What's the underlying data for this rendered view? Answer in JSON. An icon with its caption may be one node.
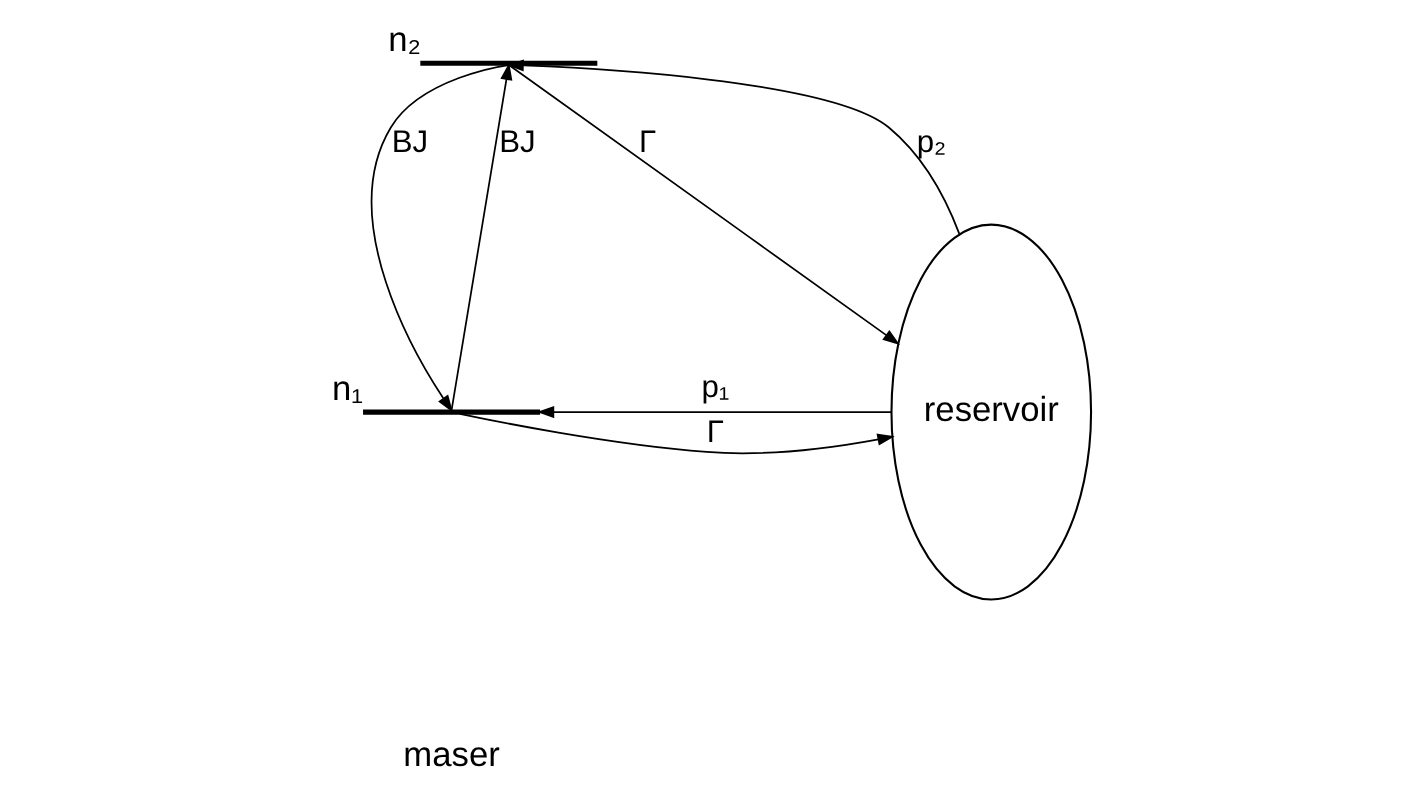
{
  "diagram": {
    "nodes": [
      {
        "text": [],
        "shape": "bar",
        "beside": [
          "n₂"
        ]
      },
      {
        "text": [],
        "shape": "bar",
        "beside": [
          "n₁"
        ]
      },
      {
        "text": [
          "reservoir"
        ]
      }
    ],
    "edges": [
      {
        "from": 2,
        "to": 0,
        "arrow": "to",
        "label": "p₂"
      },
      {
        "from": 0,
        "to": 2,
        "arrow": "to",
        "label": "Γ"
      },
      {
        "from": 0,
        "to": 1,
        "arrow": "to",
        "label": "BJ"
      },
      {
        "from": 1,
        "to": 0,
        "arrow": "to",
        "label": "BJ"
      },
      {
        "from": 2,
        "to": 1,
        "arrow": "to",
        "label": "p₁"
      },
      {
        "from": 1,
        "to": 2,
        "arrow": "to",
        "label": "Γ"
      }
    ],
    "labels": [
      "maser"
    ]
  }
}
